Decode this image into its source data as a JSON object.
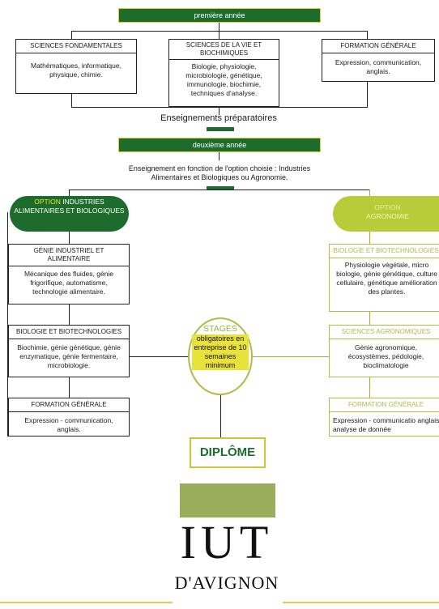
{
  "year1": {
    "label": "première année"
  },
  "top_boxes": [
    {
      "title": "SCIENCES FONDAMENTALES",
      "body": "Mathématiques, informatique, physique, chimie."
    },
    {
      "title": "SCIENCES DE LA VIE ET BIOCHIMIQUES",
      "body": "Biologie, physiologie, microbiologie, génétique, immunologie, biochimie, techniques d'analyse."
    },
    {
      "title": "FORMATION GÉNÉRALE",
      "body": "Expression, communication, anglais."
    }
  ],
  "prep_label": "Enseignements préparatoires",
  "year2": {
    "label": "deuxième année"
  },
  "option_text": "Enseignement en fonction de l'option choisie : Industries Alimentaires et Biologiques ou Agronomie.",
  "option_left": {
    "prefix": "OPTION",
    "name": "INDUSTRIES ALIMENTAIRES ET BIOLOGIQUES"
  },
  "option_right": {
    "prefix": "OPTION",
    "name": "AGRONOMIE"
  },
  "left_boxes": [
    {
      "title": "GÉNIE INDUSTRIEL ET ALIMENTAIRE",
      "body": "Mécanique des fluides, génie frigorifique, automatisme, technologie alimentaire."
    },
    {
      "title": "BIOLOGIE ET BIOTECHNOLOGIES",
      "body": "Biochimie, génie génétique, génie enzymatique, génie fermentaire, microbiologie."
    },
    {
      "title": "FORMATION GÉNÉRALE",
      "body": "Expression - communication, anglais."
    }
  ],
  "right_boxes": [
    {
      "title": "BIOLOGIE ET BIOTECHNOLOGIES",
      "body": "Physiologie végétale, micro biologie, génie génétique, culture cellulaire, génétique amélioration des plantes."
    },
    {
      "title": "SCIENCES AGRONOMIQUES",
      "body": "Génie agronomique, écosystèmes, pédologie, bioclimatologie"
    },
    {
      "title": "FORMATION GÉNÉRALE",
      "body": "Expression - communicatio anglais, analyse de donnée"
    }
  ],
  "stages": {
    "title": "STAGES",
    "body": "obligatoires en entreprise de 10 semaines minimum"
  },
  "diploma": "DIPLÔME",
  "logo": {
    "line1": "IUT",
    "line2": "D'AVIGNON"
  },
  "colors": {
    "dark_green": "#1e6b2e",
    "light_green": "#b8cc3a",
    "olive": "#9aad5a",
    "yellow_text": "#e8e23a"
  }
}
